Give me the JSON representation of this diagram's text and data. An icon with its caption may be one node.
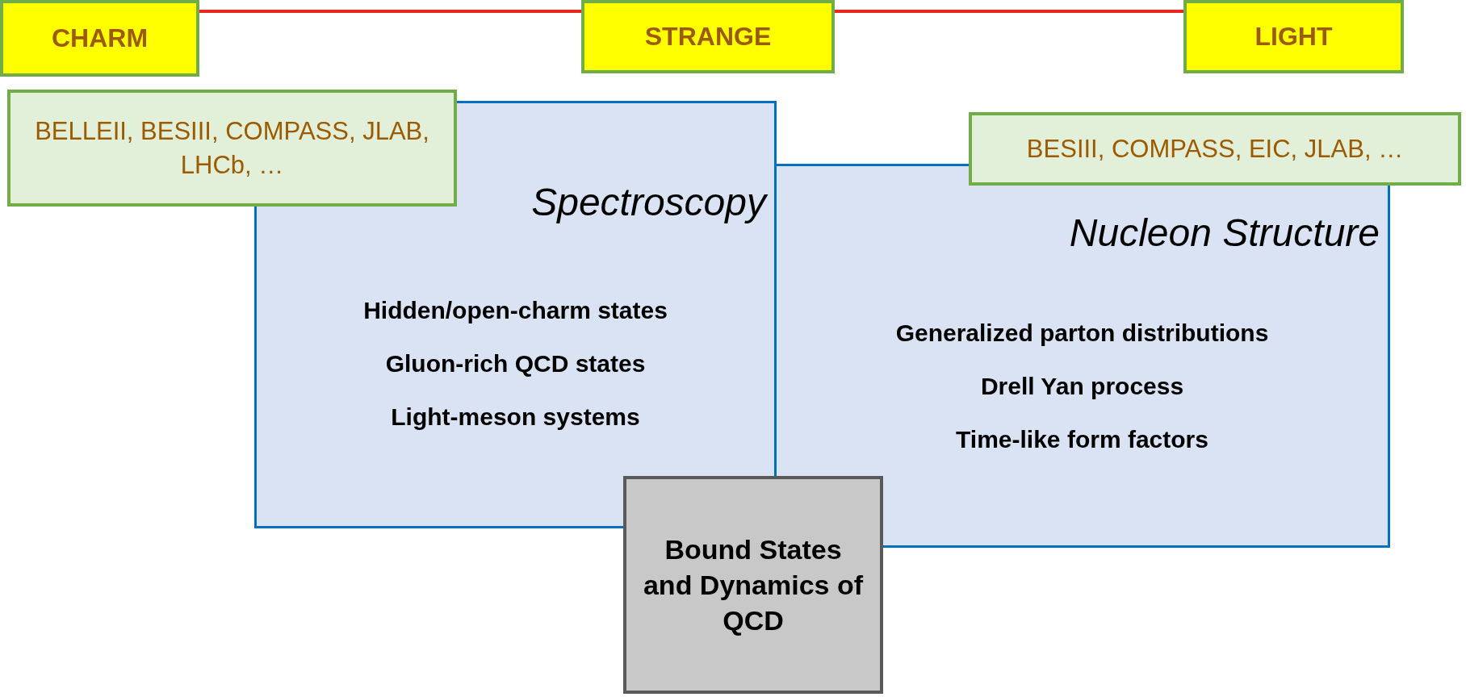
{
  "diagram": {
    "nodes": [
      {
        "text": [
          "CHARM"
        ]
      },
      {
        "text": [
          "STRANGE"
        ]
      },
      {
        "text": [
          "LIGHT"
        ]
      },
      {
        "text": [
          "Spectroscopy",
          "Hidden/open-charm states",
          "Gluon-rich QCD states",
          "Light-meson systems"
        ]
      },
      {
        "text": [
          "BELLEII, BESIII, COMPASS, JLAB, LHCb, …"
        ]
      },
      {
        "text": [
          "Nucleon Structure",
          "Generalized parton distributions",
          "Drell Yan process",
          "Time-like form factors"
        ]
      },
      {
        "text": [
          "BESIII, COMPASS, EIC, JLAB, …"
        ]
      },
      {
        "text": [
          "Bound States and Dynamics of QCD"
        ]
      }
    ]
  }
}
